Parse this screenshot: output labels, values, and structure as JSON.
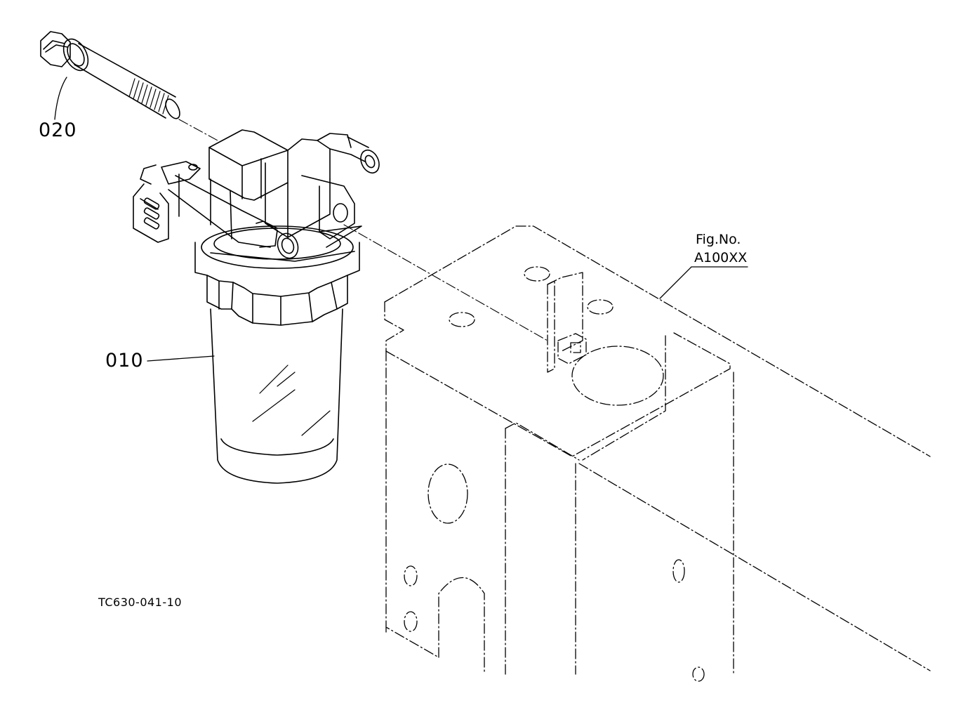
{
  "labels": {
    "part_020": "020",
    "part_010": "010",
    "fig_ref_line1": "Fig.No.",
    "fig_ref_line2": "A100XX",
    "drawing_code": "TC630-041-10"
  },
  "colors": {
    "ink": "#000000",
    "paper": "#ffffff"
  },
  "components": [
    "bolt",
    "fuel-filter-assembly",
    "frame-bracket"
  ]
}
